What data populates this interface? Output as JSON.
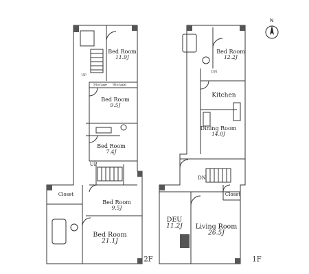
{
  "floor2": {
    "label": "2F",
    "rooms": {
      "bed1": {
        "name": "Bed Room",
        "area": "11.9J"
      },
      "bed2": {
        "name": "Bed Room",
        "area": "9.5J"
      },
      "bed3": {
        "name": "Bed Room",
        "area": "7.4J"
      },
      "bed4": {
        "name": "Bed Room",
        "area": "9.5J"
      },
      "bed5": {
        "name": "Bed Room",
        "area": "21.1J"
      },
      "closet": {
        "name": "Closet"
      }
    },
    "storage_left": "Storage",
    "storage_right": "Storage",
    "up_top": "UP",
    "up_stair": "UP"
  },
  "floor1": {
    "label": "1F",
    "rooms": {
      "bed": {
        "name": "Bed Room",
        "area": "12.2J"
      },
      "kitchen": {
        "name": "Kitchen"
      },
      "dining": {
        "name": "Dining Room",
        "area": "14.0J"
      },
      "den": {
        "name": "DEU",
        "area": "11.2J"
      },
      "living": {
        "name": "Living Room",
        "area": "26.5J"
      },
      "closet": {
        "name": "Closet"
      }
    },
    "dn_top": "DN",
    "dn_stair": "DN"
  },
  "compass": {
    "label": "N"
  }
}
